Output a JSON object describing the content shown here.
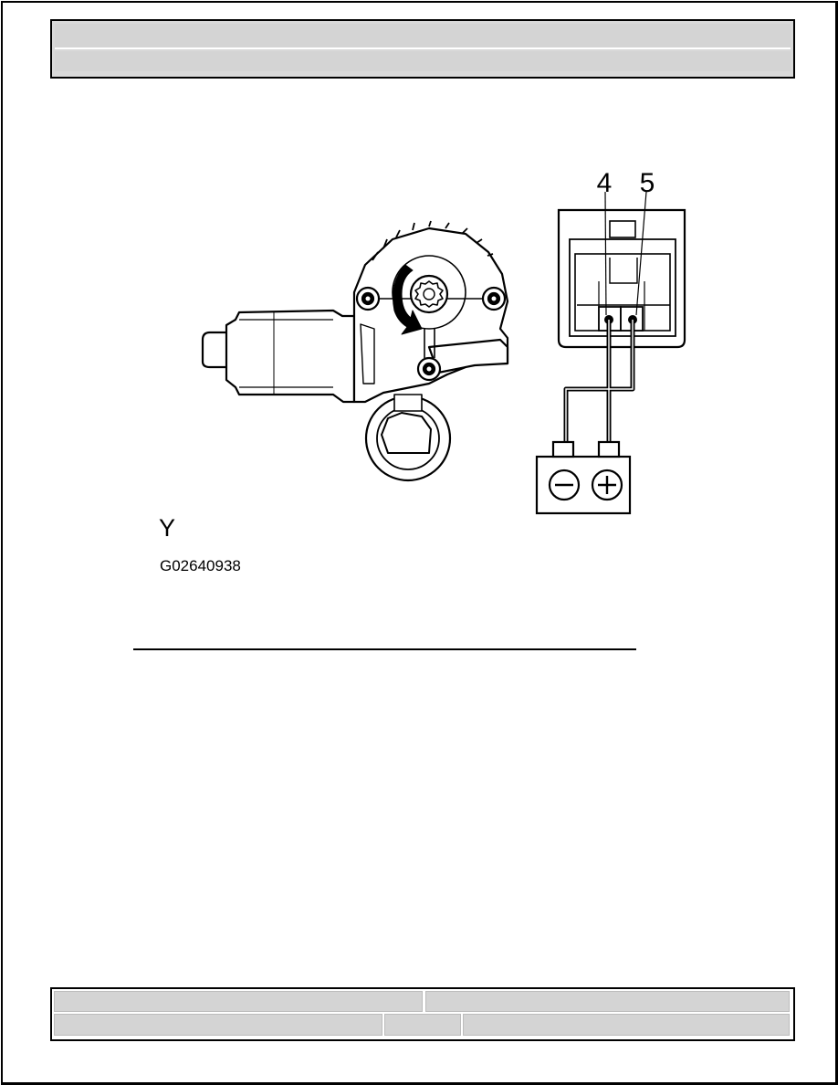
{
  "header": {
    "title": "",
    "subtitle": ""
  },
  "figure": {
    "terminal_labels": [
      "4",
      "5"
    ],
    "battery_terminals": [
      "−",
      "+"
    ],
    "caption_letter": "Y",
    "figure_code": "G02640938"
  },
  "footer": {
    "left_top": "",
    "right_top": "",
    "left_bottom": "",
    "middle_bottom": "",
    "right_bottom": ""
  },
  "colors": {
    "line": "#000000",
    "header_fill": "#d4d4d4",
    "motor_body": "#ffffff"
  }
}
